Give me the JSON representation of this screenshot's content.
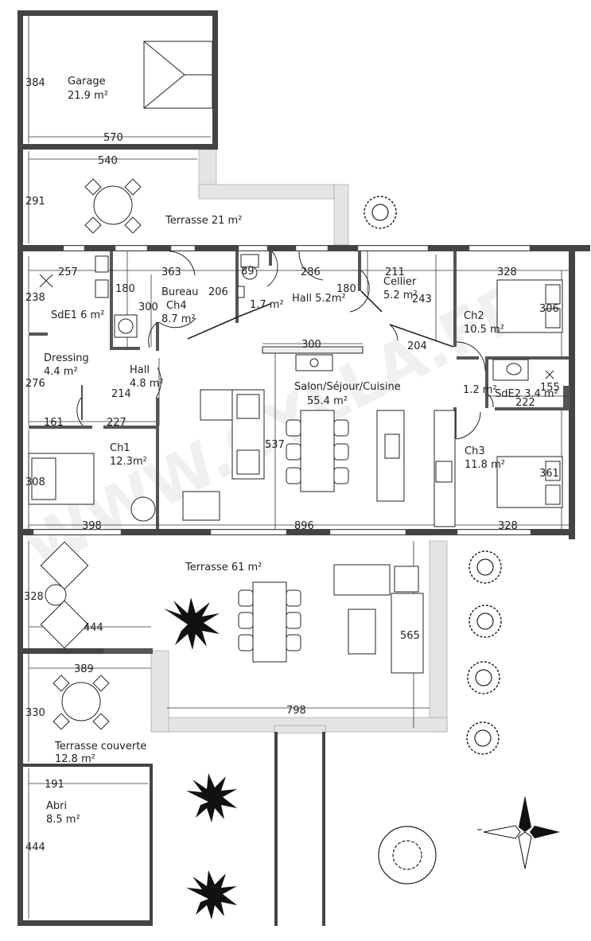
{
  "watermark": "WWW.CYLLA.FR",
  "rooms": {
    "garage": {
      "name": "Garage",
      "area": "21.9 m²"
    },
    "terrasse_n": {
      "name": "Terrasse 21 m²"
    },
    "sde1": {
      "name": "SdE1 6 m²"
    },
    "bureau": {
      "name": "Bureau",
      "name2": "Ch4",
      "area": "8.7 m²"
    },
    "wc": {
      "name": "1.7 m²"
    },
    "hall_entree": {
      "name": "Hall 5.2m²"
    },
    "cellier": {
      "name": "Cellier",
      "area": "5.2 m²"
    },
    "ch2": {
      "name": "Ch2",
      "area": "10.5 m²"
    },
    "dressing": {
      "name": "Dressing",
      "area": "4.4 m²"
    },
    "hall": {
      "name": "Hall",
      "area": "4.8 m²"
    },
    "salon": {
      "name": "Salon/Séjour/Cuisine",
      "area": "55.4 m²"
    },
    "wc2": {
      "name": "1.2 m²"
    },
    "sde2": {
      "name": "SdE2  3.4 m²"
    },
    "ch1": {
      "name": "Ch1",
      "area": "12.3m²"
    },
    "ch3": {
      "name": "Ch3",
      "area": "11.8 m²"
    },
    "terrasse_s": {
      "name": "Terrasse 61 m²"
    },
    "terrasse_couv": {
      "name": "Terrasse couverte",
      "area": "12.8 m²"
    },
    "abri": {
      "name": "Abri",
      "area": "8.5 m²"
    }
  },
  "dimensions": {
    "garage_h": "384",
    "garage_w": "570",
    "terrasse_w": "540",
    "terrasse_h": "291",
    "d257": "257",
    "d238": "238",
    "d180a": "180",
    "d363": "363",
    "d206": "206",
    "d89": "89",
    "d286": "286",
    "d180b": "180",
    "d211": "211",
    "d243": "243",
    "d328a": "328",
    "d306": "306",
    "d300a": "300",
    "d204": "204",
    "d300b": "300",
    "d276": "276",
    "d214": "214",
    "d155": "155",
    "d222": "222",
    "d161": "161",
    "d227": "227",
    "d537": "537",
    "d308": "308",
    "d361": "361",
    "d398": "398",
    "d896": "896",
    "d328b": "328",
    "d328c": "328",
    "d444a": "444",
    "d565": "565",
    "d389": "389",
    "d330": "330",
    "d798": "798",
    "d191": "191",
    "d444b": "444"
  },
  "icons": [
    "compass-rose-icon",
    "tree-icon",
    "palm-icon",
    "bed-icon",
    "sofa-icon",
    "table-icon"
  ],
  "colors": {
    "wall": "#555555",
    "paving": "#e4e4e4"
  }
}
